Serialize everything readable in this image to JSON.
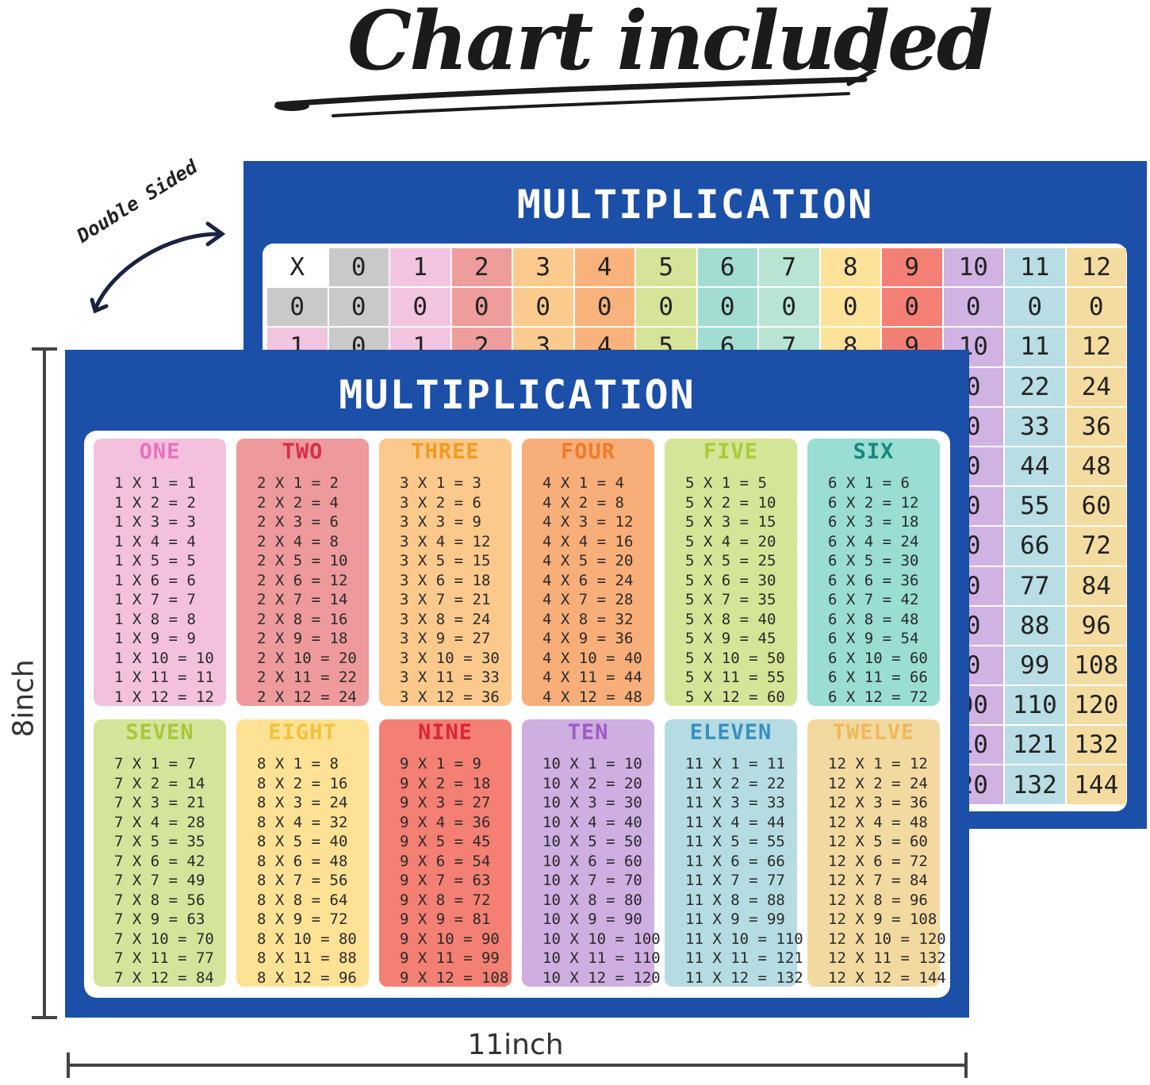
{
  "headline": {
    "text": "Chart included"
  },
  "badge": {
    "text": "Double Sided"
  },
  "back_poster": {
    "title": "MULTIPLICATION",
    "header_row": [
      "X",
      "0",
      "1",
      "2",
      "3",
      "4",
      "5",
      "6",
      "7",
      "8",
      "9",
      "10",
      "11",
      "12"
    ],
    "rows": [
      [
        "0",
        "0",
        "0",
        "0",
        "0",
        "0",
        "0",
        "0",
        "0",
        "0",
        "0",
        "0",
        "0",
        "0"
      ],
      [
        "1",
        "0",
        "1",
        "2",
        "3",
        "4",
        "5",
        "6",
        "7",
        "8",
        "9",
        "10",
        "11",
        "12"
      ]
    ],
    "visible_right_columns": {
      "column_10_partial": [
        "0",
        "0",
        "0",
        "0",
        "0",
        "0",
        "0",
        "0",
        "00",
        "10",
        "20"
      ],
      "column_11": [
        "22",
        "33",
        "44",
        "55",
        "66",
        "77",
        "88",
        "99",
        "110",
        "121",
        "132"
      ],
      "column_12": [
        "24",
        "36",
        "48",
        "60",
        "72",
        "84",
        "96",
        "108",
        "120",
        "132",
        "144"
      ]
    },
    "column_colors": [
      "#ffffff",
      "#c9c9c9",
      "#f2c4e0",
      "#ee9c9c",
      "#fbcb8e",
      "#f9b27c",
      "#d6e49a",
      "#a2dcd2",
      "#b8e4d4",
      "#fde39a",
      "#f47f74",
      "#d1b3e3",
      "#b8dde4",
      "#f4dca0"
    ]
  },
  "front_poster": {
    "title": "MULTIPLICATION",
    "cards": [
      {
        "name": "ONE",
        "color": "#f3c1de",
        "title_color": "#e672be",
        "lines": [
          "1 X 1 = 1",
          "1 X 2 = 2",
          "1 X 3 = 3",
          "1 X 4 = 4",
          "1 X 5 = 5",
          "1 X 6 = 6",
          "1 X 7 = 7",
          "1 X 8 = 8",
          "1 X 9 = 9",
          "1 X 10 = 10",
          "1 X 11 = 11",
          "1 X 12 = 12"
        ]
      },
      {
        "name": "TWO",
        "color": "#ee9a9c",
        "title_color": "#d62f4a",
        "lines": [
          "2 X 1 = 2",
          "2 X 2 = 4",
          "2 X 3 = 6",
          "2 X 4 = 8",
          "2 X 5 = 10",
          "2 X 6 = 12",
          "2 X 7 = 14",
          "2 X 8 = 16",
          "2 X 9 = 18",
          "2 X 10 = 20",
          "2 X 11 = 22",
          "2 X 12 = 24"
        ]
      },
      {
        "name": "THREE",
        "color": "#fbc98b",
        "title_color": "#f39a1f",
        "lines": [
          "3 X 1 = 3",
          "3 X 2 = 6",
          "3 X 3 = 9",
          "3 X 4 = 12",
          "3 X 5 = 15",
          "3 X 6 = 18",
          "3 X 7 = 21",
          "3 X 8 = 24",
          "3 X 9 = 27",
          "3 X 10 = 30",
          "3 X 11 = 33",
          "3 X 12 = 36"
        ]
      },
      {
        "name": "FOUR",
        "color": "#f8ae79",
        "title_color": "#f07a2a",
        "lines": [
          "4 X 1 = 4",
          "4 X 2 = 8",
          "4 X 3 = 12",
          "4 X 4 = 16",
          "4 X 5 = 20",
          "4 X 6 = 24",
          "4 X 7 = 28",
          "4 X 8 = 32",
          "4 X 9 = 36",
          "4 X 10 = 40",
          "4 X 11 = 44",
          "4 X 12 = 48"
        ]
      },
      {
        "name": "FIVE",
        "color": "#d5e597",
        "title_color": "#a9cc36",
        "lines": [
          "5 X 1 = 5",
          "5 X 2 = 10",
          "5 X 3 = 15",
          "5 X 4 = 20",
          "5 X 5 = 25",
          "5 X 6 = 30",
          "5 X 7 = 35",
          "5 X 8 = 40",
          "5 X 9 = 45",
          "5 X 10 = 50",
          "5 X 11 = 55",
          "5 X 12 = 60"
        ]
      },
      {
        "name": "SIX",
        "color": "#99ddd3",
        "title_color": "#138a7c",
        "lines": [
          "6 X 1 = 6",
          "6 X 2 = 12",
          "6 X 3 = 18",
          "6 X 4 = 24",
          "6 X 5 = 30",
          "6 X 6 = 36",
          "6 X 7 = 42",
          "6 X 8 = 48",
          "6 X 9 = 54",
          "6 X 10 = 60",
          "6 X 11 = 66",
          "6 X 12 = 72"
        ]
      },
      {
        "name": "SEVEN",
        "color": "#d4e59b",
        "title_color": "#a6c93a",
        "lines": [
          "7 X 1 = 7",
          "7 X 2 = 14",
          "7 X 3 = 21",
          "7 X 4 = 28",
          "7 X 5 = 35",
          "7 X 6 = 42",
          "7 X 7 = 49",
          "7 X 8 = 56",
          "7 X 9 = 63",
          "7 X 10 = 70",
          "7 X 11 = 77",
          "7 X 12 = 84"
        ]
      },
      {
        "name": "EIGHT",
        "color": "#fde194",
        "title_color": "#f2c23a",
        "lines": [
          "8 X 1 = 8",
          "8 X 2 = 16",
          "8 X 3 = 24",
          "8 X 4 = 32",
          "8 X 5 = 40",
          "8 X 6 = 48",
          "8 X 7 = 56",
          "8 X 8 = 64",
          "8 X 9 = 72",
          "8 X 10 = 80",
          "8 X 11 = 88",
          "8 X 12 = 96"
        ]
      },
      {
        "name": "NINE",
        "color": "#f47f73",
        "title_color": "#d82739",
        "lines": [
          "9 X 1 = 9",
          "9 X 2 = 18",
          "9 X 3 = 27",
          "9 X 4 = 36",
          "9 X 5 = 45",
          "9 X 6 = 54",
          "9 X 7 = 63",
          "9 X 8 = 72",
          "9 X 9 = 81",
          "9 X 10 = 90",
          "9 X 11 = 99",
          "9 X 12 = 108"
        ]
      },
      {
        "name": "TEN",
        "color": "#cfaee1",
        "title_color": "#9d5cc4",
        "lines": [
          "10 X 1 = 10",
          "10 X 2 = 20",
          "10 X 3 = 30",
          "10 X 4 = 40",
          "10 X 5 = 50",
          "10 X 6 = 60",
          "10 X 7 = 70",
          "10 X 8 = 80",
          "10 X 9 = 90",
          "10 X 10 = 100",
          "10 X 11 = 110",
          "10 X 12 = 120"
        ]
      },
      {
        "name": "ELEVEN",
        "color": "#b5dce3",
        "title_color": "#3a8fc2",
        "lines": [
          "11 X 1 = 11",
          "11 X 2 = 22",
          "11 X 3 = 33",
          "11 X 4 = 44",
          "11 X 5 = 55",
          "11 X 6 = 66",
          "11 X 7 = 77",
          "11 X 8 = 88",
          "11 X 9 = 99",
          "11 X 10 = 110",
          "11 X 11 = 121",
          "11 X 12 = 132"
        ]
      },
      {
        "name": "TWELVE",
        "color": "#f2d9a0",
        "title_color": "#eeb85a",
        "lines": [
          "12 X 1 = 12",
          "12 X 2 = 24",
          "12 X 3 = 36",
          "12 X 4 = 48",
          "12 X 5 = 60",
          "12 X 6 = 72",
          "12 X 7 = 84",
          "12 X 8 = 96",
          "12 X 9 = 108",
          "12 X 10 = 120",
          "12 X 11 = 132",
          "12 X 12 = 144"
        ]
      }
    ]
  },
  "dimensions": {
    "height_label": "8inch",
    "width_label": "11inch"
  },
  "colors": {
    "poster_blue": "#1b4fa8",
    "ink": "#1b1b1b"
  }
}
